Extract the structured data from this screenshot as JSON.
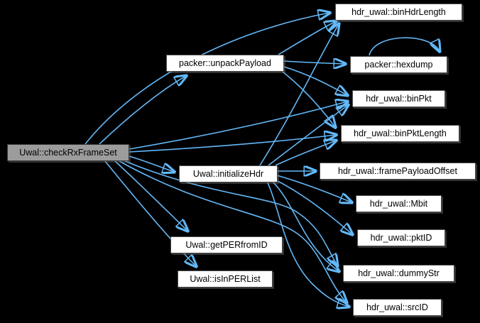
{
  "graph": {
    "kind": "doxygen-call-graph",
    "colors": {
      "background": "#000000",
      "edge": "#63b8f8",
      "node_fill": "#ffffff",
      "node_border": "#4d4d4d",
      "root_fill": "#9c9c9c",
      "text": "#000000"
    },
    "root": "Uwal::checkRxFrameSet",
    "nodes": [
      {
        "id": "checkRxFrameSet",
        "label": "Uwal::checkRxFrameSet"
      },
      {
        "id": "unpackPayload",
        "label": "packer::unpackPayload"
      },
      {
        "id": "initializeHdr",
        "label": "Uwal::initializeHdr"
      },
      {
        "id": "getPERfromID",
        "label": "Uwal::getPERfromID"
      },
      {
        "id": "isInPERList",
        "label": "Uwal::isInPERList"
      },
      {
        "id": "binHdrLength",
        "label": "hdr_uwal::binHdrLength"
      },
      {
        "id": "hexdump",
        "label": "packer::hexdump"
      },
      {
        "id": "binPkt",
        "label": "hdr_uwal::binPkt"
      },
      {
        "id": "binPktLength",
        "label": "hdr_uwal::binPktLength"
      },
      {
        "id": "framePayloadOffset",
        "label": "hdr_uwal::framePayloadOffset"
      },
      {
        "id": "Mbit",
        "label": "hdr_uwal::Mbit"
      },
      {
        "id": "pktID",
        "label": "hdr_uwal::pktID"
      },
      {
        "id": "dummyStr",
        "label": "hdr_uwal::dummyStr"
      },
      {
        "id": "srcID",
        "label": "hdr_uwal::srcID"
      }
    ],
    "edges": [
      {
        "from": "checkRxFrameSet",
        "to": "binHdrLength"
      },
      {
        "from": "checkRxFrameSet",
        "to": "unpackPayload"
      },
      {
        "from": "checkRxFrameSet",
        "to": "binPkt"
      },
      {
        "from": "checkRxFrameSet",
        "to": "binPktLength"
      },
      {
        "from": "checkRxFrameSet",
        "to": "initializeHdr"
      },
      {
        "from": "checkRxFrameSet",
        "to": "getPERfromID"
      },
      {
        "from": "checkRxFrameSet",
        "to": "isInPERList"
      },
      {
        "from": "checkRxFrameSet",
        "to": "dummyStr"
      },
      {
        "from": "checkRxFrameSet",
        "to": "srcID"
      },
      {
        "from": "unpackPayload",
        "to": "binHdrLength"
      },
      {
        "from": "unpackPayload",
        "to": "hexdump"
      },
      {
        "from": "unpackPayload",
        "to": "binPkt"
      },
      {
        "from": "unpackPayload",
        "to": "binPktLength"
      },
      {
        "from": "hexdump",
        "to": "hexdump"
      },
      {
        "from": "initializeHdr",
        "to": "binHdrLength"
      },
      {
        "from": "initializeHdr",
        "to": "binPkt"
      },
      {
        "from": "initializeHdr",
        "to": "binPktLength"
      },
      {
        "from": "initializeHdr",
        "to": "framePayloadOffset"
      },
      {
        "from": "initializeHdr",
        "to": "Mbit"
      },
      {
        "from": "initializeHdr",
        "to": "pktID"
      },
      {
        "from": "initializeHdr",
        "to": "dummyStr"
      },
      {
        "from": "initializeHdr",
        "to": "srcID"
      }
    ]
  }
}
